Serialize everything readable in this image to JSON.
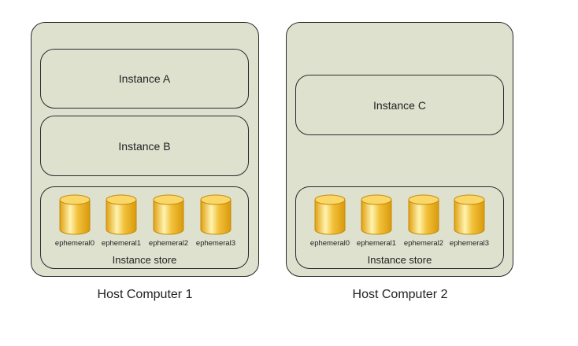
{
  "hosts": [
    {
      "caption": "Host Computer 1",
      "instances": [
        "Instance A",
        "Instance B"
      ],
      "store_label": "Instance store",
      "disks": [
        "ephemeral0",
        "ephemeral1",
        "ephemeral2",
        "ephemeral3"
      ]
    },
    {
      "caption": "Host Computer 2",
      "instances": [
        "Instance C"
      ],
      "store_label": "Instance store",
      "disks": [
        "ephemeral0",
        "ephemeral1",
        "ephemeral2",
        "ephemeral3"
      ]
    }
  ],
  "colors": {
    "host_fill": "#dfe1cf",
    "disk_fill": "#f2c13a",
    "disk_highlight": "#fff3b0",
    "stroke": "#2a2a2a"
  }
}
